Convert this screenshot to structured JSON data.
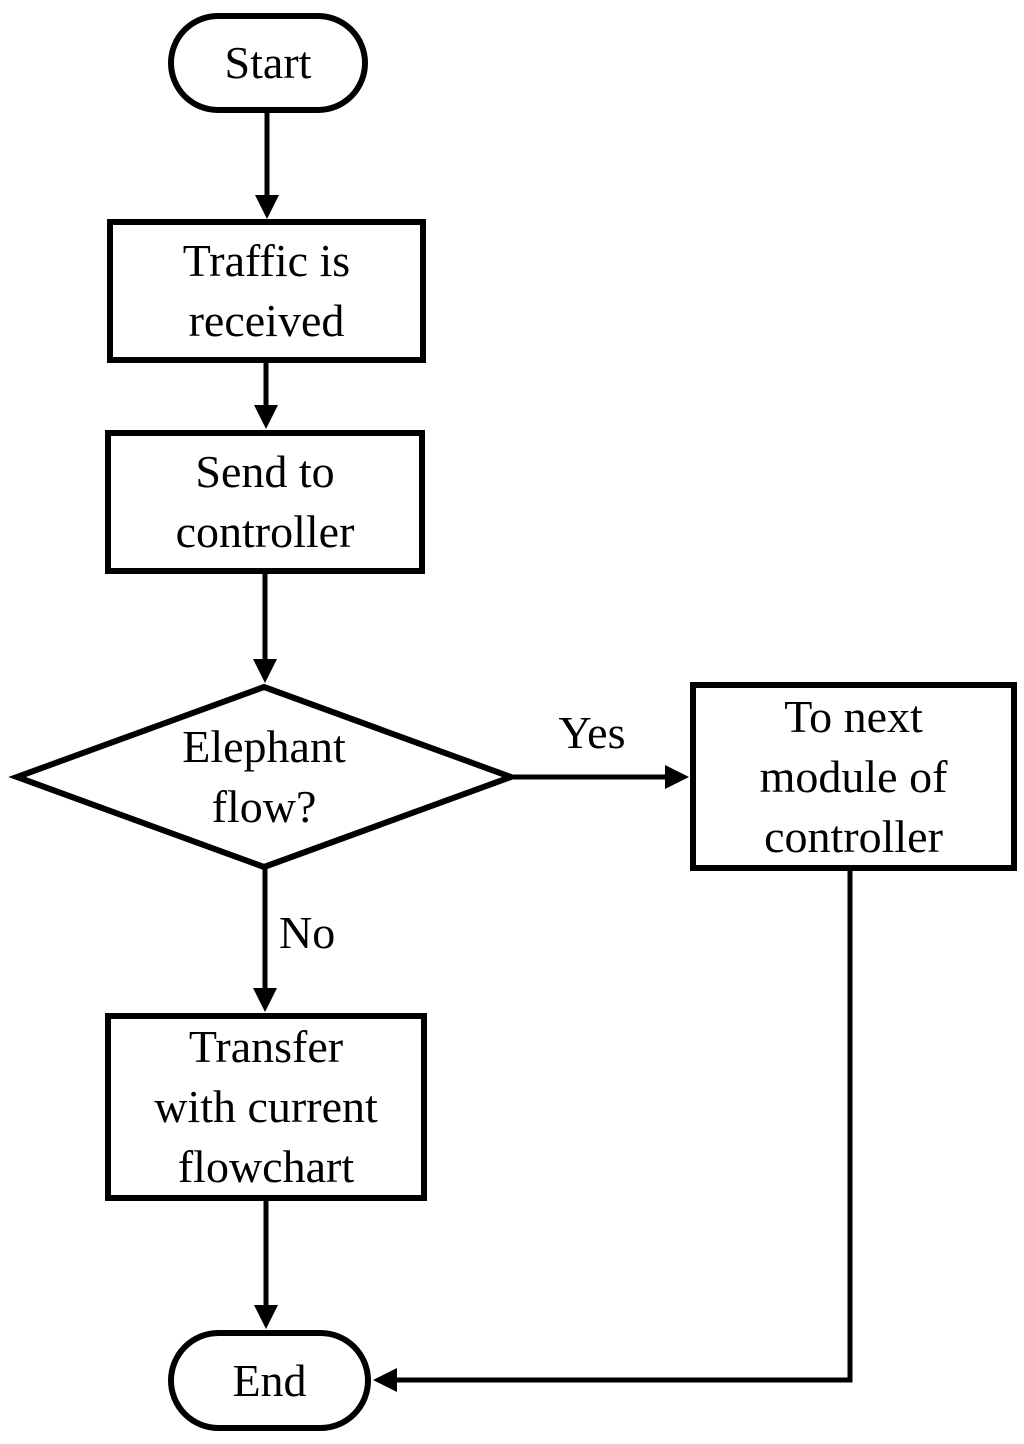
{
  "flowchart": {
    "nodes": {
      "start": {
        "label": "Start"
      },
      "traffic": {
        "label": "Traffic is\nreceived"
      },
      "send": {
        "label": "Send to\ncontroller"
      },
      "decision": {
        "label": "Elephant\nflow?"
      },
      "to_next": {
        "label": "To next\nmodule of\ncontroller"
      },
      "transfer": {
        "label": "Transfer\nwith current\nflowchart"
      },
      "end": {
        "label": "End"
      }
    },
    "edge_labels": {
      "yes": "Yes",
      "no": "No"
    },
    "colors": {
      "stroke": "#000000",
      "background": "#ffffff",
      "text": "#000000"
    }
  }
}
